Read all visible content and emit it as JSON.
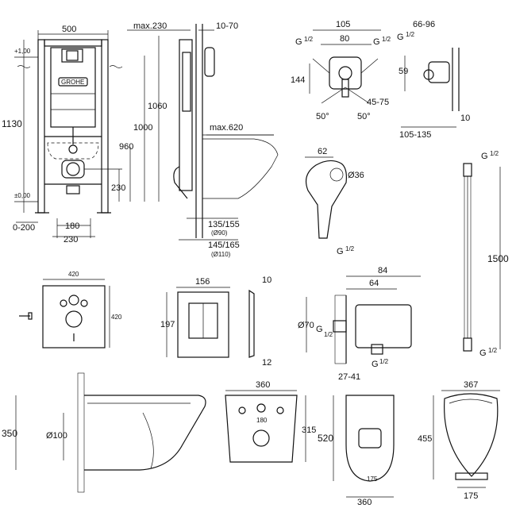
{
  "frame": {
    "w500": "500",
    "max230": "max.230",
    "r1070": "10-70",
    "plus100": "+1,00",
    "pm000": "±0,00",
    "h1130": "1130",
    "h1060": "1060",
    "h1000": "1000",
    "h960": "960",
    "h230": "230",
    "r0200": "0-200",
    "w180": "180",
    "w230": "230",
    "d135": "135/155",
    "o90": "(Ø90)",
    "d145": "145/165",
    "o110": "(Ø110)",
    "max620": "max.620",
    "brand": "GROHE"
  },
  "mixer": {
    "w105": "105",
    "w80": "80",
    "g1": "G",
    "g2": "G",
    "h144": "144",
    "a50a": "50°",
    "a50b": "50°",
    "r4575": "45-75",
    "half": "1/2"
  },
  "mixer_side": {
    "r6696": "66-96",
    "g": "G",
    "h59": "59",
    "w10": "10",
    "r105135": "105-135"
  },
  "shower": {
    "w62": "62",
    "d36": "Ø36",
    "g": "G"
  },
  "hose": {
    "g_top": "G",
    "g_bot": "G",
    "len": "1500"
  },
  "soundpad": {
    "w420": "420",
    "h420": "420"
  },
  "plate": {
    "w156": "156",
    "h197": "197",
    "d10": "10",
    "d12": "12"
  },
  "holder": {
    "w84": "84",
    "w64": "64",
    "d70": "Ø70",
    "g1": "G",
    "g2": "G",
    "r2741": "27-41"
  },
  "bowl_side": {
    "h350": "350",
    "d100": "Ø100"
  },
  "bowl_rear": {
    "w360": "360",
    "w180": "180",
    "h315": "315"
  },
  "bowl_top": {
    "h520": "520",
    "w175": "175",
    "w360": "360"
  },
  "seat": {
    "w367": "367",
    "h455": "455",
    "w175": "175"
  }
}
